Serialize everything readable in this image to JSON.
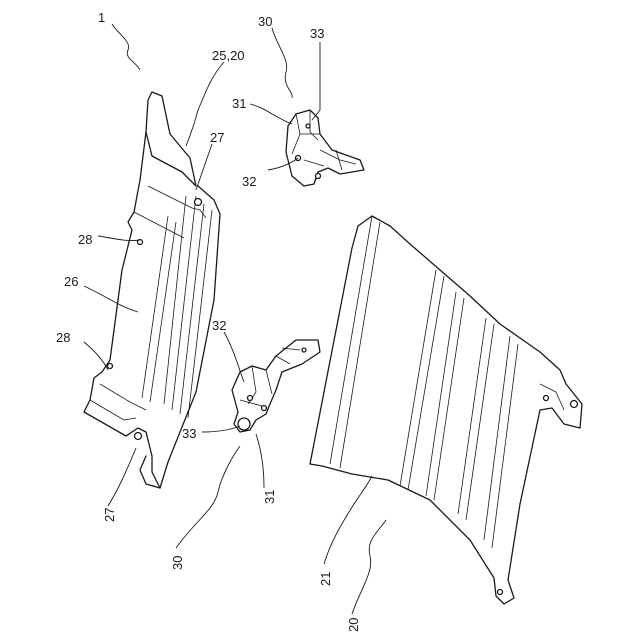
{
  "labels": {
    "l1": "1",
    "l25_20": "25,20",
    "l30_top": "30",
    "l33_top": "33",
    "l31_top": "31",
    "l27_top": "27",
    "l32_top": "32",
    "l28_upper": "28",
    "l26": "26",
    "l28_lower": "28",
    "l32_mid": "32",
    "l33_mid": "33",
    "l27_bottom": "27",
    "l31_mid": "31",
    "l30_bottom": "30",
    "l21": "21",
    "l20": "20"
  }
}
